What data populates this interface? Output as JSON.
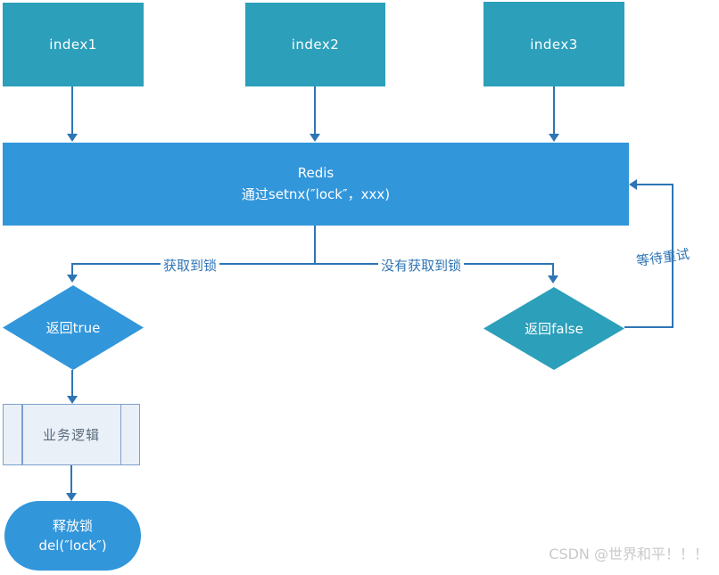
{
  "diagram": {
    "description": "Redis setnx distributed-lock flowchart",
    "nodes": {
      "index1": {
        "label": "index1"
      },
      "index2": {
        "label": "index2"
      },
      "index3": {
        "label": "index3"
      },
      "redis": {
        "line1": "Redis",
        "line2": "通过setnx(″lock″，xxx)"
      },
      "return_true": {
        "label": "返回true"
      },
      "return_false": {
        "label": "返回false"
      },
      "business_logic": {
        "label": "业务逻辑"
      },
      "release_lock": {
        "line1": "释放锁",
        "line2": "del(″lock″)"
      }
    },
    "edge_labels": {
      "acquired": "获取到锁",
      "not_acquired": "没有获取到锁",
      "retry": "等待重试"
    },
    "watermark": "CSDN @世界和平！！！",
    "colors": {
      "teal_node": "#2C9FBA",
      "blue_node": "#3296DB",
      "connector": "#2E75B5",
      "edge_label_text": "#2E74B5",
      "process_fill": "#EAF0F8",
      "process_border": "#7EA0CC",
      "process_text": "#5A6B7C",
      "watermark_text": "#C9C9C9"
    }
  }
}
